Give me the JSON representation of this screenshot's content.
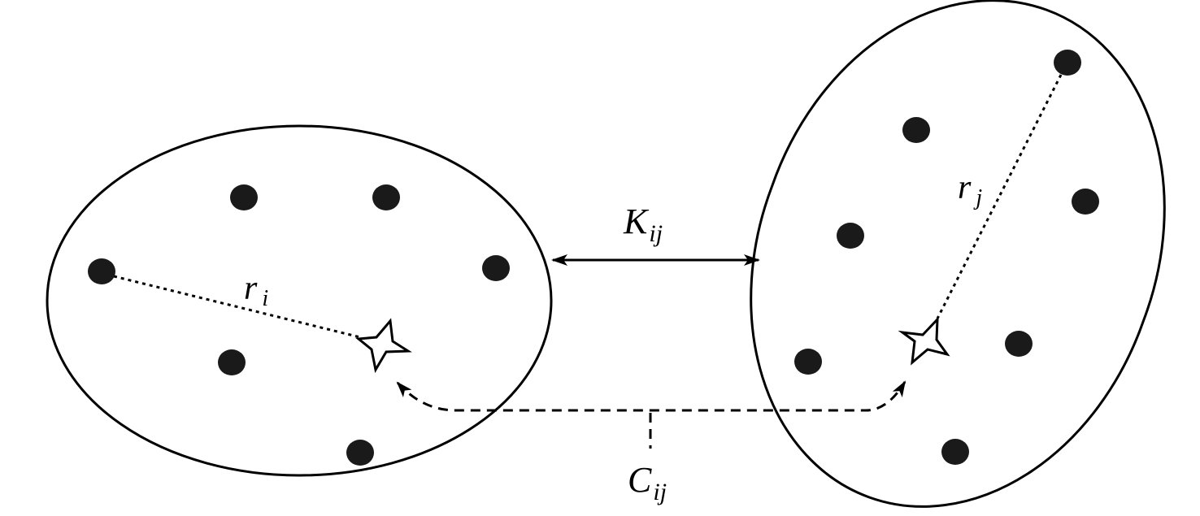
{
  "labels": {
    "k_main": "K",
    "k_sub": "ij",
    "c_main": "C",
    "c_sub": "ij",
    "ri_main": "r",
    "ri_sub": "i",
    "rj_main": "r",
    "rj_sub": "j"
  },
  "colors": {
    "stroke": "#000000",
    "fill": "#1a1a1a"
  }
}
